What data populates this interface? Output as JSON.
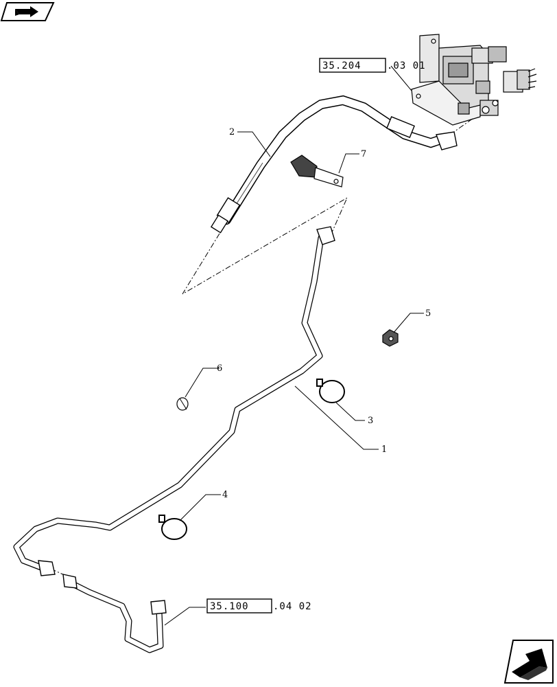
{
  "parts": [
    {
      "id": "part-1",
      "label": "1"
    },
    {
      "id": "part-2",
      "label": "2"
    },
    {
      "id": "part-3",
      "label": "3"
    },
    {
      "id": "part-4",
      "label": "4"
    },
    {
      "id": "part-5",
      "label": "5"
    },
    {
      "id": "part-6",
      "label": "6"
    },
    {
      "id": "part-7",
      "label": "7"
    }
  ],
  "references": {
    "top": {
      "boxed": "35.204",
      "suffix": ".03 01"
    },
    "bottom": {
      "boxed": "35.100",
      "suffix": ".04 02"
    }
  },
  "icons": {
    "top_left": "previous-page-arrow-icon",
    "bottom_right": "next-page-arrow-icon"
  }
}
